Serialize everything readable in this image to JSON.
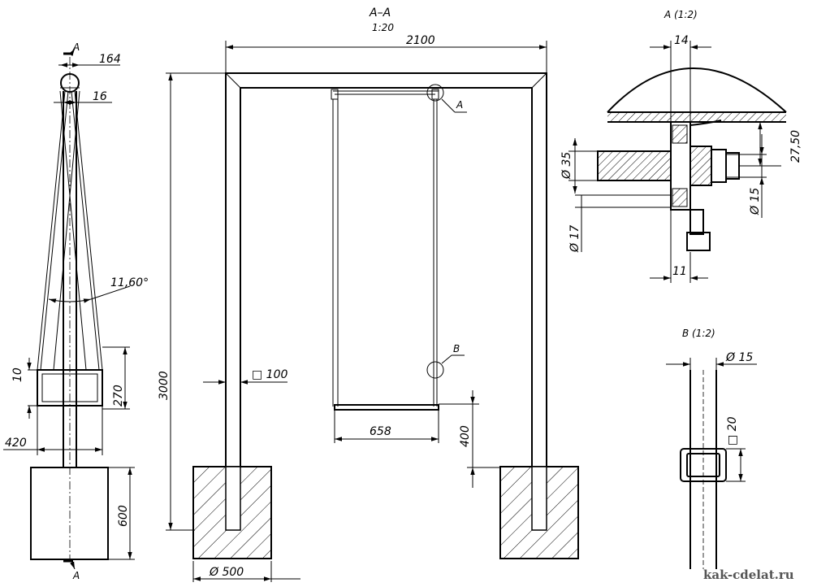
{
  "section": {
    "title": "A–A",
    "scale": "1:20"
  },
  "detail_a": {
    "title": "A (1:2)",
    "dims": {
      "d14": "14",
      "d27_50": "27,50",
      "d35": "Ø 35",
      "d15": "Ø 15",
      "d17": "Ø 17",
      "d11": "11"
    }
  },
  "detail_b": {
    "title": "B (1:2)",
    "dims": {
      "d15": "Ø 15",
      "sq20": "□ 20"
    }
  },
  "side_view": {
    "dims": {
      "a_top": "A",
      "a_bottom": "A",
      "d164": "164",
      "d16": "16",
      "angle": "11,60°",
      "d10": "10",
      "d270": "270",
      "d420": "420",
      "d600": "600"
    }
  },
  "front_view": {
    "dims": {
      "width": "2100",
      "height": "3000",
      "post": "□ 100",
      "seat": "658",
      "seat_height": "400",
      "footing": "Ø 500"
    },
    "callouts": {
      "a": "A",
      "b": "B"
    }
  },
  "watermark": "kak-cdelat.ru"
}
